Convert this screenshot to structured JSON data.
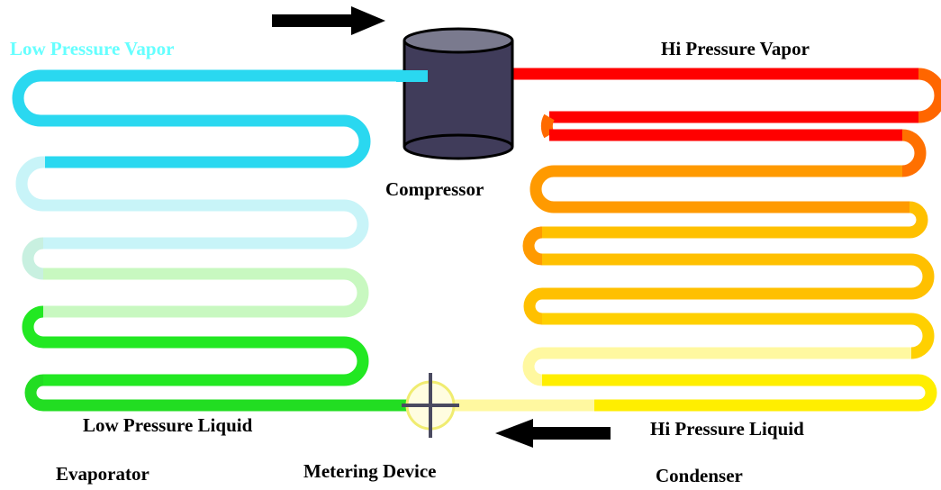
{
  "labels": {
    "low_pressure_vapor": "Low Pressure Vapor",
    "hi_pressure_vapor": "Hi Pressure Vapor",
    "compressor": "Compressor",
    "low_pressure_liquid": "Low Pressure Liquid",
    "hi_pressure_liquid": "Hi Pressure Liquid",
    "evaporator": "Evaporator",
    "metering_device": "Metering Device",
    "condenser": "Condenser"
  },
  "colors": {
    "low_vapor_text": "#66ffff",
    "evaporator_gradient": [
      "#2ad8f0",
      "#c8f4f8",
      "#c8f0e0",
      "#c8f8c0",
      "#a8f8a0",
      "#22e822",
      "#22dd22"
    ],
    "condenser_gradient": [
      "#ff0000",
      "#ff3300",
      "#ff7a00",
      "#ff9a00",
      "#ffc000",
      "#ffd000",
      "#ffe860",
      "#fff8a0",
      "#ffee00"
    ],
    "compressor_body": "#403c5a",
    "arrow": "#000000"
  },
  "components": [
    "compressor",
    "evaporator",
    "condenser",
    "metering-device"
  ],
  "flow_arrows": [
    "right-arrow-top",
    "left-arrow-bottom"
  ]
}
